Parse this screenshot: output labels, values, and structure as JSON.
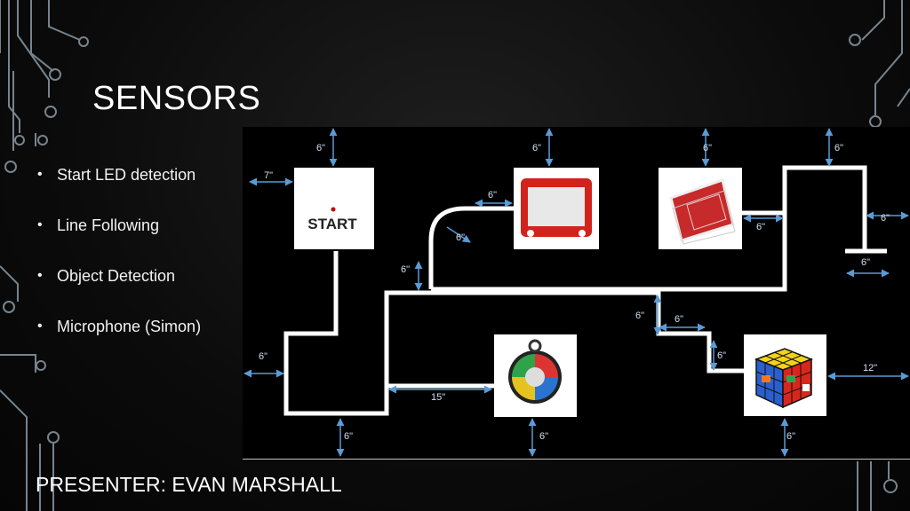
{
  "slide": {
    "title": "SENSORS",
    "bullets": [
      "Start LED detection",
      "Line Following",
      "Object Detection",
      "Microphone (Simon)"
    ],
    "presenter": "PRESENTER: EVAN MARSHALL"
  },
  "course_map": {
    "start_label": "START",
    "stations": [
      "start-box",
      "etch-a-sketch",
      "playing-cards",
      "simon-game",
      "rubiks-cube"
    ],
    "dimension_labels": {
      "start_top": "6\"",
      "start_left": "7\"",
      "etch_top": "6\"",
      "etch_left": "6\"",
      "curve_radius": "6\"",
      "riser": "6\"",
      "cards_top": "6\"",
      "cards_left": "6\"",
      "corner_top": "6\"",
      "corner_right": "6\"",
      "stub_width": "6\"",
      "step_vertical": "6\"",
      "step_horizontal": "6\"",
      "cube_step": "6\"",
      "cube_right": "12\"",
      "left_loop": "6\"",
      "simon_gap": "15\"",
      "bottom_left": "6\"",
      "simon_bottom": "6\"",
      "cube_bottom": "6\""
    }
  },
  "colors": {
    "line": "#ffffff",
    "arrow": "#5b9bd5",
    "accent": "#cc0000"
  }
}
